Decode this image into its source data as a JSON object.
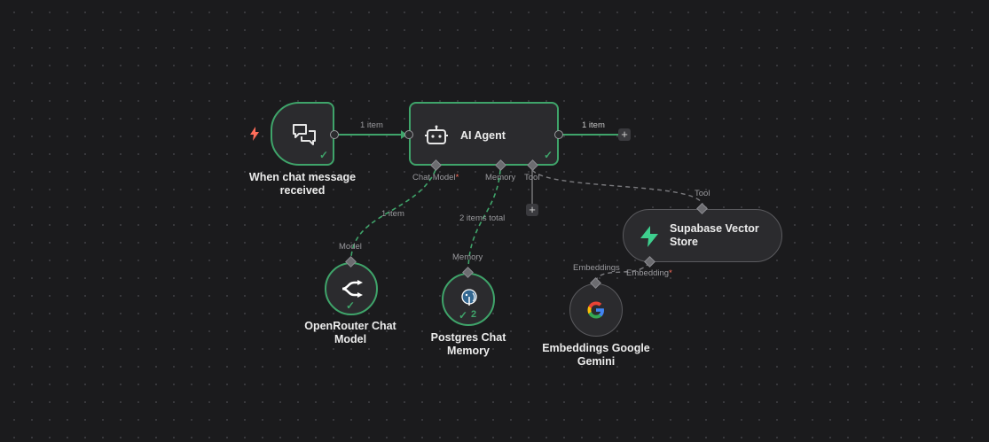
{
  "nodes": {
    "trigger": {
      "label": "When chat message received",
      "icon": "chat-bubbles-icon"
    },
    "agent": {
      "label": "AI Agent",
      "icon": "robot-icon"
    },
    "openrouter": {
      "label": "OpenRouter Chat Model",
      "icon": "openrouter-logo-icon"
    },
    "postgres": {
      "label": "Postgres Chat Memory",
      "icon": "postgres-elephant-icon",
      "run_count": "2"
    },
    "supabase": {
      "label": "Supabase Vector Store",
      "icon": "supabase-bolt-icon"
    },
    "gemini": {
      "label": "Embeddings Google Gemini",
      "icon": "google-g-icon"
    }
  },
  "ports": {
    "agent_chat_model": "Chat Model",
    "agent_memory": "Memory",
    "agent_tool": "Tool",
    "openrouter_model": "Model",
    "postgres_memory": "Memory",
    "supabase_tool": "Tool",
    "supabase_embedding": "Embedding",
    "gemini_embeddings": "Embeddings"
  },
  "edges": {
    "trigger_to_agent": "1 item",
    "agent_out": "1 item",
    "model_to_agent": "1 item",
    "memory_to_agent": "2 items total"
  },
  "colors": {
    "success": "#3fa46a",
    "required": "#ff6d5a",
    "trigger": "#ff6d5a"
  }
}
